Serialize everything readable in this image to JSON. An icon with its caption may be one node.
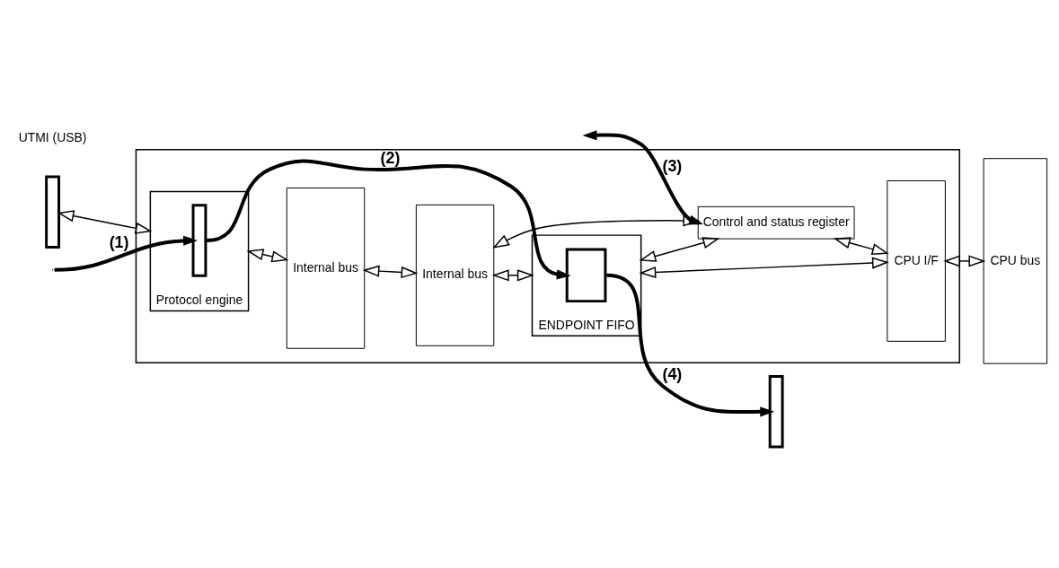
{
  "diagram": {
    "nodes": [
      {
        "text": [],
        "shape": "box"
      },
      {
        "text": [
          "Protocol engine"
        ],
        "in": 0
      },
      {
        "text": [],
        "shape": "bar",
        "in": 1
      },
      {
        "text": [
          "Internal bus"
        ],
        "in": 0
      },
      {
        "text": [
          "Internal bus"
        ],
        "in": 0
      },
      {
        "text": [
          "ENDPOINT FIFO"
        ],
        "in": 0
      },
      {
        "text": [],
        "shape": "box",
        "in": 5
      },
      {
        "text": [
          "Control and status register"
        ],
        "in": 0
      },
      {
        "text": [
          "CPU I/F"
        ],
        "in": 0
      },
      {
        "text": [
          "CPU bus"
        ]
      },
      {
        "text": [],
        "shape": "bar"
      },
      {
        "text": [],
        "shape": "bar"
      }
    ],
    "edges": [
      {
        "from": 10,
        "to": 1,
        "arrow": "both"
      },
      {
        "from": 1,
        "to": 3,
        "arrow": "both"
      },
      {
        "from": 3,
        "to": 4,
        "arrow": "both"
      },
      {
        "from": 4,
        "to": 5,
        "arrow": "both"
      },
      {
        "from": 4,
        "to": 7,
        "arrow": "both"
      },
      {
        "from": 5,
        "to": 7,
        "arrow": "both"
      },
      {
        "from": 5,
        "to": 8,
        "arrow": "both"
      },
      {
        "from": 7,
        "to": 8,
        "arrow": "both"
      },
      {
        "from": 8,
        "to": 9,
        "arrow": "both"
      },
      {
        "from": null,
        "to": 2,
        "arrow": "to",
        "label": "(1)",
        "style": "thick"
      },
      {
        "from": 2,
        "to": 6,
        "arrow": "to",
        "label": "(2)",
        "style": "thick"
      },
      {
        "from": 6,
        "to": 11,
        "arrow": "to",
        "label": "(4)",
        "style": "thick"
      },
      {
        "from": null,
        "to": 7,
        "arrow": "both",
        "label": "(3)",
        "style": "thick"
      }
    ],
    "labels": [
      "UTMI (USB)"
    ]
  }
}
